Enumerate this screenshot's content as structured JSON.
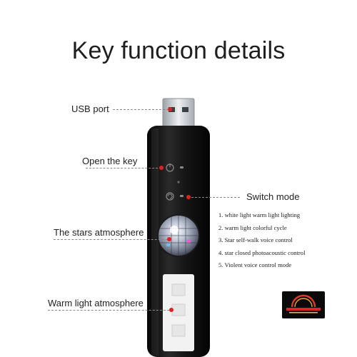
{
  "title": "Key function details",
  "callouts": {
    "usb_port": "USB port",
    "open_key": "Open the key",
    "switch_mode": "Switch mode",
    "stars": "The stars atmosphere",
    "warm": "Warm light atmosphere"
  },
  "modes": [
    "1. white light warm light lighting",
    "2. warm light colorful cycle",
    "3. Star self-walk voice control",
    "4. star closed photoacoustic control",
    "5. Violent voice control mode"
  ],
  "colors": {
    "marker": "#e02020",
    "device_body": "#141414",
    "usb_metal": "#c8ccd0"
  },
  "icons": [
    "power-icon",
    "mode-icon",
    "disco-ball-icon"
  ]
}
